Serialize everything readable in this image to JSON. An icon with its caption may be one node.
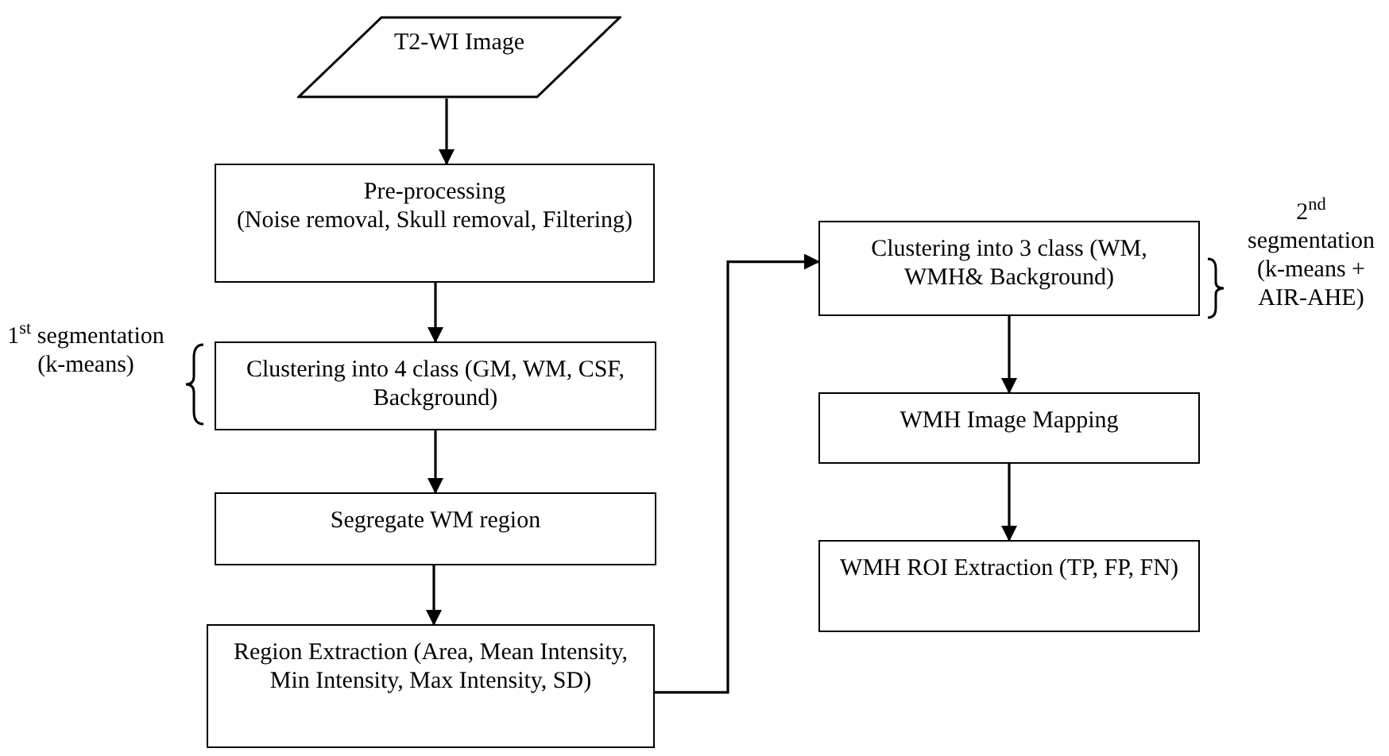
{
  "diagram": {
    "nodes": [
      {
        "text": [
          "T2-WI Image"
        ]
      },
      {
        "text": [
          "Pre-processing",
          "(Noise removal, Skull removal, Filtering)"
        ]
      },
      {
        "text": [
          "Clustering into 4 class (GM, WM, CSF, Background)"
        ],
        "beside": [
          "1$^{st}$ segmentation (k-means)"
        ]
      },
      {
        "text": [
          "Segregate WM region"
        ]
      },
      {
        "text": [
          "Region Extraction (Area, Mean Intensity, Min Intensity, Max Intensity, SD)"
        ]
      },
      {
        "text": [
          "Clustering into 3 class (WM, WMH& Background)"
        ],
        "beside": [
          "2$^{nd}$ segmentation (k-means + AIR-AHE)"
        ]
      },
      {
        "text": [
          "WMH Image Mapping"
        ]
      },
      {
        "text": [
          "WMH ROI Extraction (TP, FP, FN)"
        ]
      }
    ],
    "edges": [
      {
        "from": 0,
        "to": 1,
        "arrow": "to"
      },
      {
        "from": 1,
        "to": 2,
        "arrow": "to"
      },
      {
        "from": 2,
        "to": 3,
        "arrow": "to"
      },
      {
        "from": 3,
        "to": 4,
        "arrow": "to"
      },
      {
        "from": 4,
        "to": 5,
        "arrow": "to"
      },
      {
        "from": 5,
        "to": 6,
        "arrow": "to"
      },
      {
        "from": 6,
        "to": 7,
        "arrow": "to"
      }
    ]
  }
}
